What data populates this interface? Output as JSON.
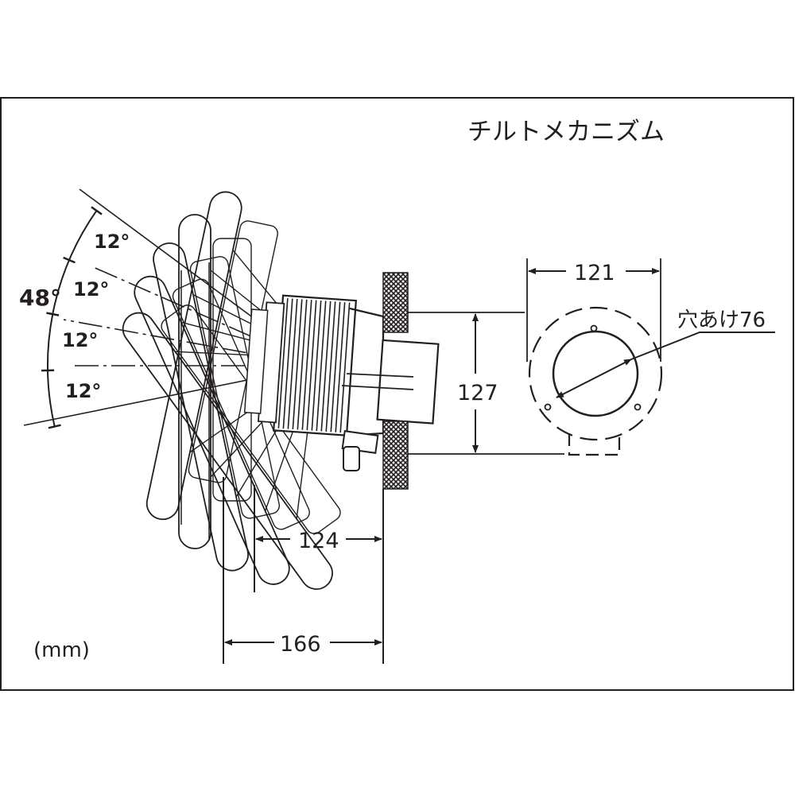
{
  "title": "チルトメカニズム",
  "unit_note": "(mm)",
  "angles": {
    "total": "48°",
    "steps": [
      "12°",
      "12°",
      "12°",
      "12°"
    ]
  },
  "dimensions": {
    "depth_front": "124",
    "depth_total": "166",
    "height": "127",
    "flange_width": "121",
    "cutout": "穴あけ76"
  },
  "colors": {
    "ink": "#231f20",
    "background": "#ffffff"
  }
}
